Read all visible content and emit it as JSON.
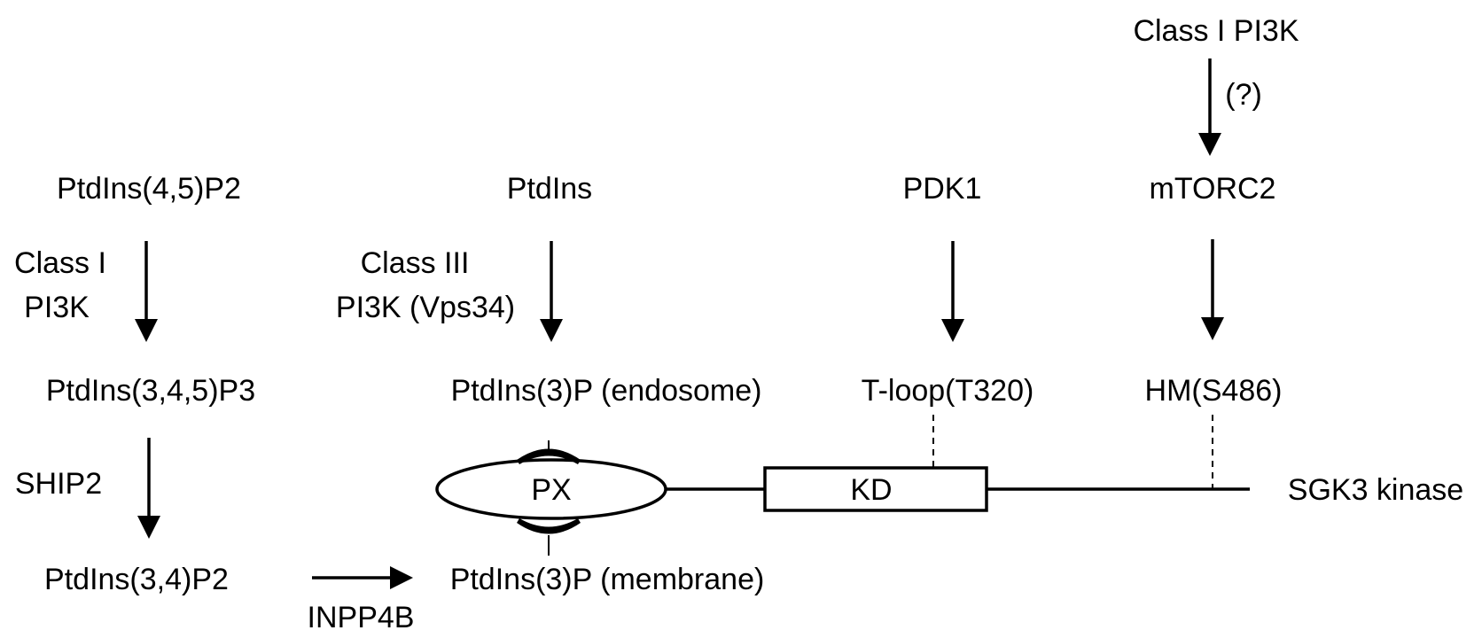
{
  "top": {
    "class1_pi3k_top": "Class I PI3K",
    "question": "(?)"
  },
  "left_column": {
    "pip2": "PtdIns(4,5)P2",
    "enzyme1_line1": "Class I",
    "enzyme1_line2": "PI3K",
    "pip3": "PtdIns(3,4,5)P3",
    "enzyme2": "SHIP2",
    "pi34p2": "PtdIns(3,4)P2",
    "enzyme3": "INPP4B"
  },
  "middle_column": {
    "ptdins": "PtdIns",
    "enzyme_line1": "Class III",
    "enzyme_line2": "PI3K (Vps34)",
    "pi3p_endosome": "PtdIns(3)P (endosome)",
    "pi3p_membrane": "PtdIns(3)P (membrane)"
  },
  "kinases": {
    "pdk1": "PDK1",
    "mtorc2": "mTORC2",
    "tloop": "T-loop(T320)",
    "hm": "HM(S486)"
  },
  "protein": {
    "px": "PX",
    "kd": "KD",
    "name": "SGK3 kinase"
  }
}
